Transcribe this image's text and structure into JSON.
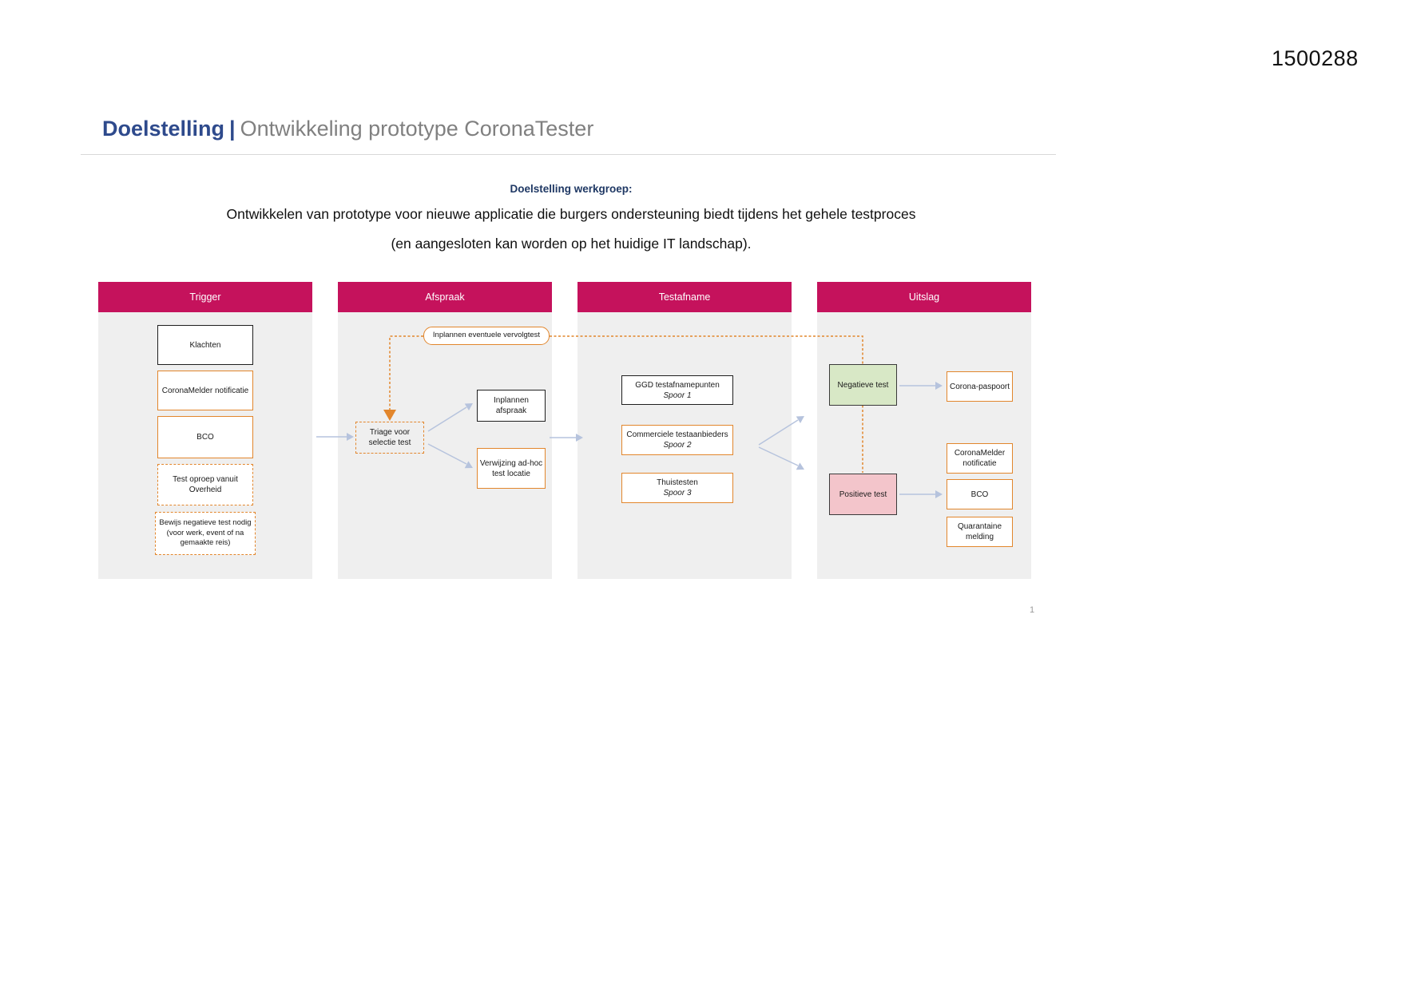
{
  "page": {
    "doc_number": "1500288",
    "page_number": "1"
  },
  "title": {
    "primary": "Doelstelling",
    "separator": "|",
    "secondary": "Ontwikkeling prototype CoronaTester"
  },
  "intro": {
    "heading": "Doelstelling werkgroep:",
    "line1": "Ontwikkelen van prototype voor nieuwe applicatie die burgers ondersteuning biedt tijdens het gehele testproces",
    "line2": "(en aangesloten kan worden op het huidige IT landschap)."
  },
  "colors": {
    "header_bar": "#C5125C",
    "column_bg": "#EFEFEF",
    "orange_accent": "#E2862C",
    "arrow_blue": "#B6C3DD",
    "negative_fill": "#D8E8C6",
    "positive_fill": "#F3C5CB",
    "title_primary": "#2E4A8C",
    "title_secondary": "#808080",
    "intro_heading": "#1F3864"
  },
  "diagram": {
    "columns": [
      {
        "header": "Trigger",
        "boxes": [
          {
            "label": "Klachten"
          },
          {
            "label": "CoronaMelder notificatie"
          },
          {
            "label": "BCO"
          },
          {
            "label": "Test oproep vanuit Overheid"
          },
          {
            "label": "Bewijs negatieve test nodig (voor werk, event of na gemaakte reis)"
          }
        ]
      },
      {
        "header": "Afspraak",
        "callout": "Inplannen eventuele vervolgtest",
        "boxes": [
          {
            "label": "Triage voor selectie test"
          },
          {
            "label": "Inplannen afspraak"
          },
          {
            "label": "Verwijzing ad-hoc test locatie"
          }
        ]
      },
      {
        "header": "Testafname",
        "boxes": [
          {
            "label": "GGD testafnamepunten",
            "sublabel": "Spoor 1"
          },
          {
            "label": "Commerciele testaanbieders",
            "sublabel": "Spoor 2"
          },
          {
            "label": "Thuistesten",
            "sublabel": "Spoor 3"
          }
        ]
      },
      {
        "header": "Uitslag",
        "boxes": [
          {
            "label": "Negatieve test"
          },
          {
            "label": "Positieve test"
          },
          {
            "label": "Corona-paspoort"
          },
          {
            "label": "CoronaMelder notificatie"
          },
          {
            "label": "BCO"
          },
          {
            "label": "Quarantaine melding"
          }
        ]
      }
    ]
  }
}
